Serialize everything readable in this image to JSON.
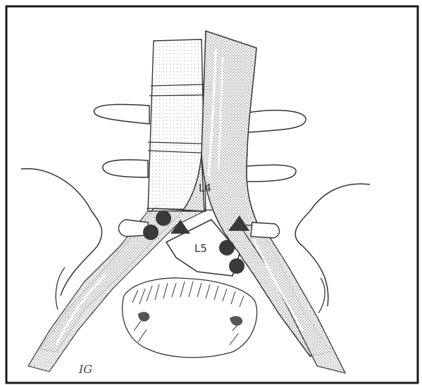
{
  "diagram": {
    "labels": {
      "vertebra_upper": "L4",
      "vertebra_lower": "L5"
    },
    "artist_signature": "IG",
    "markers": {
      "circle_color": "#3a3a3a",
      "triangle_color": "#3a3a3a",
      "circle_count": 4,
      "triangle_count": 2
    },
    "colors": {
      "frame": "#1a1a1a",
      "line": "#333333",
      "stipple": "#8a8a8a",
      "background": "#ffffff"
    }
  }
}
